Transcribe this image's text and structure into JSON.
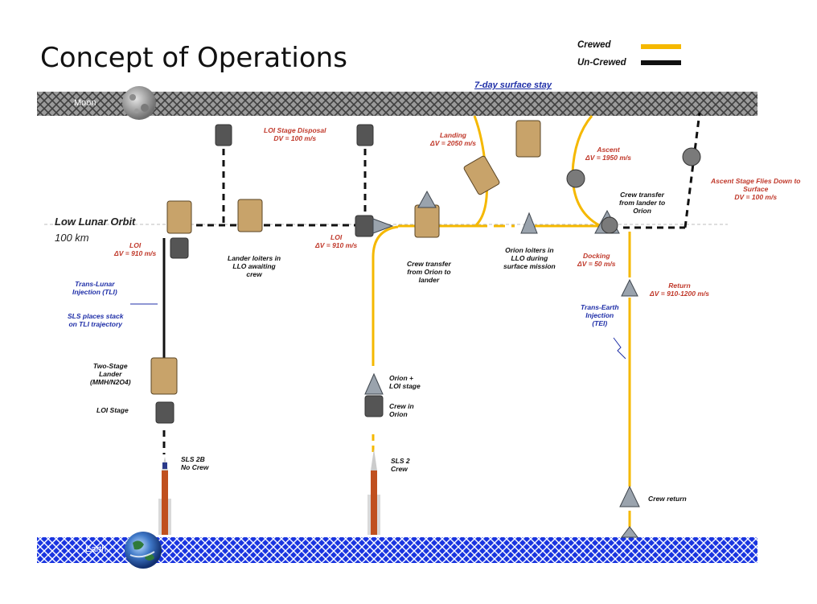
{
  "title": "Concept of Operations",
  "legend": {
    "crewed": "Crewed",
    "uncrewed": "Un-Crewed",
    "crewed_color": "#f5b800",
    "uncrewed_color": "#111111"
  },
  "bands": {
    "moon": "Moon",
    "earth": "Earth",
    "moon_color": "#8a8a8a",
    "earth_color": "#1733d6"
  },
  "orbit": {
    "name": "Low Lunar Orbit",
    "altitude": "100 km"
  },
  "labels": {
    "surface_stay": "7-day surface stay",
    "loi_disposal": "LOI Stage Disposal\nDV = 100 m/s",
    "landing": "Landing\nΔV = 2050 m/s",
    "ascent": "Ascent\nΔV = 1950 m/s",
    "ascent_disposal": "Ascent Stage Flies Down to\nSurface\nDV = 100 m/s",
    "crew_transfer_to_orion": "Crew transfer\nfrom lander to\nOrion",
    "loi_left": "LOI\nΔV = 910 m/s",
    "lander_loiters": "Lander loiters in\nLLO awaiting\ncrew",
    "loi_mid": "LOI\nΔV = 910 m/s",
    "crew_transfer_to_lander": "Crew transfer\nfrom Orion to\nlander",
    "orion_loiters": "Orion loiters in\nLLO during\nsurface mission",
    "docking": "Docking\nΔV = 50 m/s",
    "return": "Return\nΔV = 910-1200 m/s",
    "tei": "Trans-Earth\nInjection\n(TEI)",
    "tli": "Trans-Lunar\nInjection (TLI)",
    "sls_places": "SLS places stack\non TLI trajectory",
    "two_stage": "Two-Stage\nLander\n(MMH/N2O4)",
    "loi_stage": "LOI Stage",
    "sls_2b": "SLS 2B\nNo Crew",
    "orion_loi": "Orion +\nLOI stage",
    "crew_in_orion": "Crew in\nOrion",
    "sls_2": "SLS 2\nCrew",
    "crew_return": "Crew return"
  }
}
